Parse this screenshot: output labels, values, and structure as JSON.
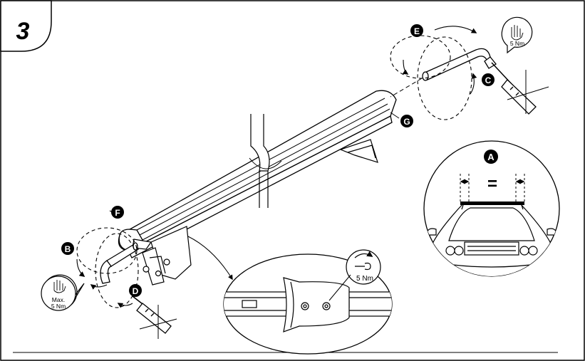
{
  "step": {
    "number": "3"
  },
  "callouts": {
    "A": "A",
    "B": "B",
    "C": "C",
    "D": "D",
    "E": "E",
    "F": "F",
    "G": "G"
  },
  "torque": {
    "top_right": "5 Nm",
    "bottom_left_line1": "Max.",
    "bottom_left_line2": "5 Nm",
    "detail": "5 Nm"
  },
  "equal_sign": "=",
  "icons": [
    "hand-icon",
    "wrench-icon",
    "screwdriver-icon",
    "allen-key-icon",
    "car-icon"
  ]
}
